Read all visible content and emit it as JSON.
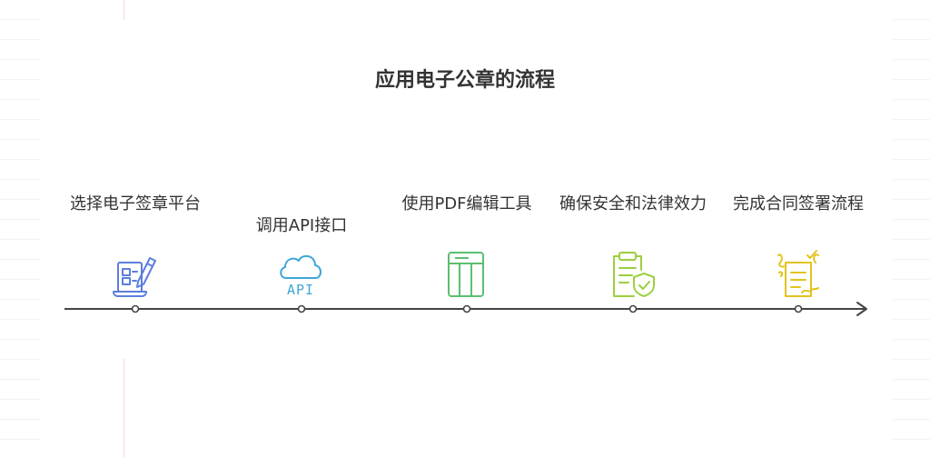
{
  "title": "应用电子公章的流程",
  "steps": [
    {
      "label": "选择电子签章平台",
      "icon": "pen-tablet-icon",
      "color": "#5b7fde"
    },
    {
      "label": "调用API接口",
      "icon": "cloud-api-icon",
      "color": "#3fa7d6"
    },
    {
      "label": "使用PDF编辑工具",
      "icon": "document-layout-icon",
      "color": "#5cbf70"
    },
    {
      "label": "确保安全和法律效力",
      "icon": "clipboard-shield-icon",
      "color": "#9ccf3f"
    },
    {
      "label": "完成合同签署流程",
      "icon": "signed-contract-icon",
      "color": "#e3c31d"
    }
  ],
  "icon_texts": {
    "api": "API"
  },
  "colors": {
    "timeline": "#444444",
    "text": "#333333"
  }
}
